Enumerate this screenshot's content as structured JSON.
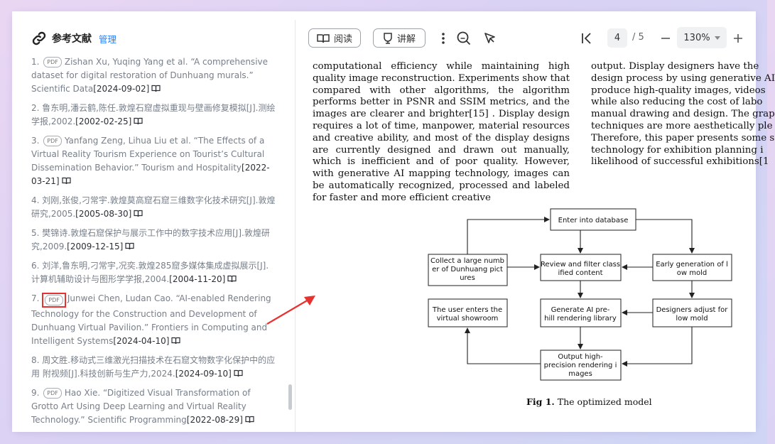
{
  "refs": {
    "title": "参考文献",
    "manage": "管理",
    "items": [
      {
        "num": "1.",
        "pdf": "PDF",
        "text": "Zishan Xu, Yuqing Yang et al. “A comprehensive dataset for digital restoration of Dunhuang murals.” Scientific Data",
        "date": "[2024-09-02]"
      },
      {
        "num": "2.",
        "text": "鲁东明,潘云鹤,陈任.敦煌石窟虚拟重现与壁画修复模拟[J].测绘学报,2002.",
        "date": "[2002-02-25]"
      },
      {
        "num": "3.",
        "pdf": "PDF",
        "text": "Yanfang Zeng, Lihua Liu et al. “The Effects of a Virtual Reality Tourism Experience on Tourist’s Cultural Dissemination Behavior.” Tourism and Hospitality",
        "date": "[2022-03-21]"
      },
      {
        "num": "4.",
        "text": "刘刚,张俊,刁常宇.敦煌莫高窟石窟三维数字化技术研究[J].敦煌研究,2005.",
        "date": "[2005-08-30]"
      },
      {
        "num": "5.",
        "text": "樊锦诗.敦煌石窟保护与展示工作中的数字技术应用[J].敦煌研究,2009.",
        "date": "[2009-12-15]"
      },
      {
        "num": "6.",
        "text": "刘洋,鲁东明,刁常宇,况奕.敦煌285窟多媒体集成虚拟展示[J].计算机辅助设计与图形学学报,2004.",
        "date": "[2004-11-20]"
      },
      {
        "num": "7.",
        "pdf": "PDF",
        "highlight": true,
        "text": "Junwei Chen, Ludan Cao. “AI-enabled Rendering Technology for the Construction and Development of Dunhuang Virtual Pavilion.” Frontiers in Computing and Intelligent Systems",
        "date": "[2024-04-10]"
      },
      {
        "num": "8.",
        "text": "周文胜.移动式三维激光扫描技术在石窟文物数字化保护中的应用 附视频[J].科技创新与生产力,2024.",
        "date": "[2024-09-10]"
      },
      {
        "num": "9.",
        "pdf": "PDF",
        "text": "Hao Xie. “Digitized Visual Transformation of Grotto Art Using Deep Learning and Virtual Reality Technology.” Scientific Programming",
        "date": "[2022-08-29]"
      }
    ]
  },
  "toolbar": {
    "read_label": "阅读",
    "explain_label": "讲解",
    "page_current": "4",
    "page_total": "/ 5",
    "zoom": "130%"
  },
  "doc": {
    "col1": "computational efficiency while maintaining high quality image reconstruction. Experiments show that compared with other algorithms, the algorithm performs better in PSNR and SSIM metrics, and the images are clearer and brighter[15] . Display design requires a lot of time, manpower, material resources and creative ability, and most of the display designs are currently designed and drawn out manually, which is inefficient and of poor quality. However, with generative AI mapping technology, images can be automatically recognized, processed and labeled for faster and more efficient creative",
    "col2_lines": [
      "output. Display designers have the",
      "design process by using generative AI",
      "produce high-quality images, videos",
      "while also reducing the cost of labo",
      "manual drawing and design. The grap",
      "techniques are more aesthetically ple",
      "Therefore, this paper presents some s",
      "technology for exhibition planning i",
      "likelihood of successful exhibitions[1"
    ],
    "figure": {
      "enter_db": "Enter into database",
      "collect": [
        "Collect a large numb",
        "er of Dunhuang pict",
        "ures"
      ],
      "review": [
        "Review and filter class",
        "ified content"
      ],
      "early": [
        "Early generation of l",
        "ow mold"
      ],
      "user": [
        "The user enters the",
        "virtual showroom"
      ],
      "generate": [
        "Generate AI pre-",
        "hill rendering library"
      ],
      "designers": [
        "Designers adjust for",
        "low mold"
      ],
      "output": [
        "Output high-",
        "precision rendering i",
        "mages"
      ]
    },
    "caption_bold": "Fig 1.",
    "caption_text": " The optimized model"
  }
}
